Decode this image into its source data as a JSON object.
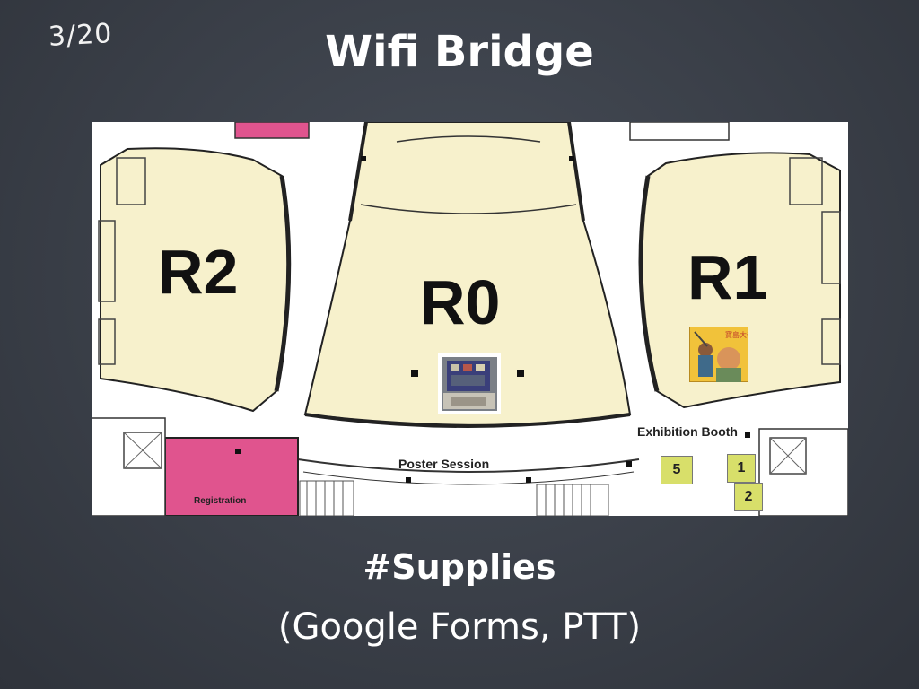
{
  "slide": {
    "page_number": "3/20",
    "title": "Wifi Bridge",
    "line1": "#Supplies",
    "line2": "(Google Forms, PTT)"
  },
  "map": {
    "rooms": {
      "r2": "R2",
      "r0": "R0",
      "r1": "R1"
    },
    "labels": {
      "exhibition_booth": "Exhibition Booth",
      "poster_session": "Poster Session",
      "registration": "Registration"
    },
    "booths": {
      "b5": "5",
      "b1": "1",
      "b2": "2"
    },
    "photo_text": "寶島大帝",
    "colors": {
      "room_fill": "#f7f1cc",
      "registration": "#e0548e",
      "booth": "#d8df6a"
    }
  }
}
